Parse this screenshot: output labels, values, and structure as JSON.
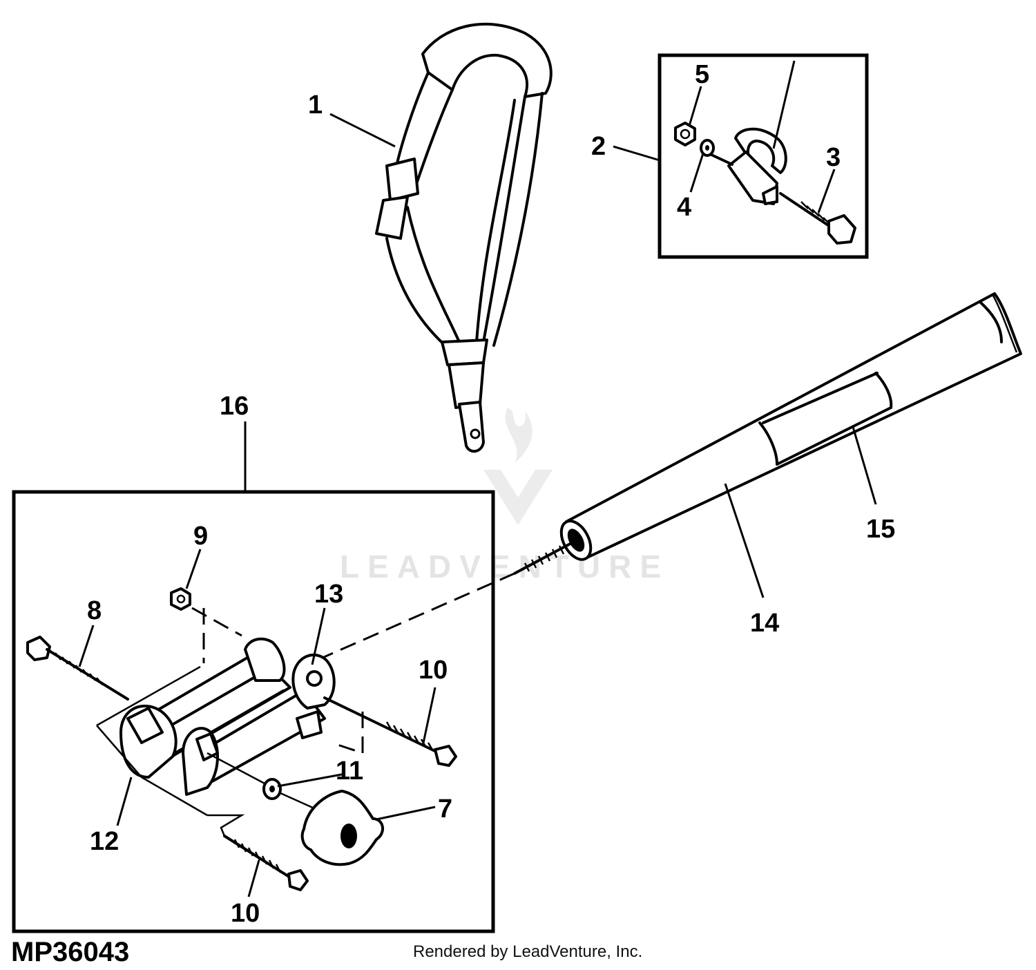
{
  "figure_id": "MP36043",
  "credit": "Rendered by LeadVenture, Inc.",
  "watermark": "LEADVENTURE",
  "callouts": {
    "c1": "1",
    "c2": "2",
    "c3": "3",
    "c4": "4",
    "c5": "5",
    "c7": "7",
    "c8": "8",
    "c9": "9",
    "c10a": "10",
    "c10b": "10",
    "c11": "11",
    "c12": "12",
    "c13": "13",
    "c14": "14",
    "c15": "15",
    "c16": "16"
  }
}
